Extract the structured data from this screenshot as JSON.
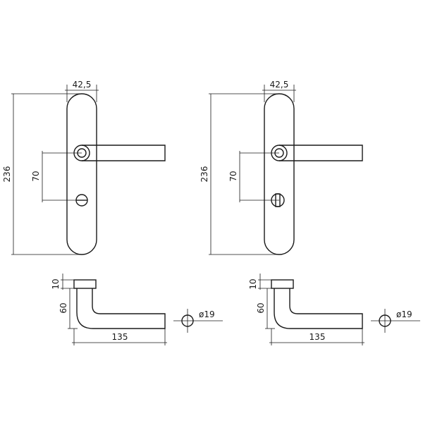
{
  "left_drawing": {
    "plate_width": "42,5",
    "plate_height": "236",
    "lock_distance": "70",
    "rose_thickness": "10",
    "lever_height": "60",
    "lever_length": "135",
    "rose_diameter": "ø19"
  },
  "right_drawing": {
    "plate_width": "42,5",
    "plate_height": "236",
    "lock_distance": "70",
    "rose_thickness": "10",
    "lever_height": "60",
    "lever_length": "135",
    "rose_diameter": "ø19"
  }
}
